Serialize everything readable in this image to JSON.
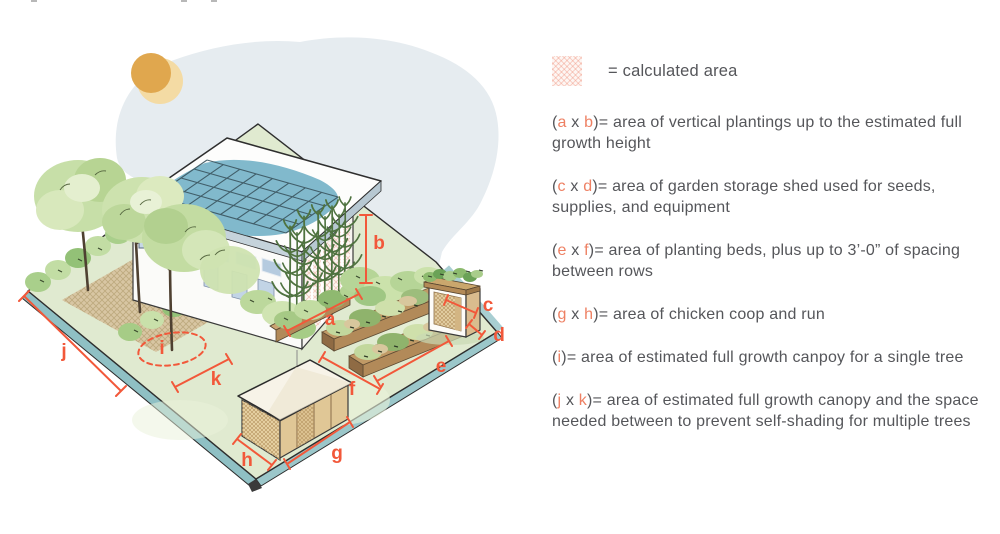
{
  "legend": {
    "swatch_label": "= calculated area",
    "items": [
      {
        "parts": [
          {
            "t": "(",
            "var": false
          },
          {
            "t": "a",
            "var": true
          },
          {
            "t": " x ",
            "var": false
          },
          {
            "t": "b",
            "var": true
          },
          {
            "t": ")= ",
            "var": false
          }
        ],
        "text": "area of vertical plantings up to the estimated full growth height"
      },
      {
        "parts": [
          {
            "t": "(",
            "var": false
          },
          {
            "t": "c",
            "var": true
          },
          {
            "t": " x ",
            "var": false
          },
          {
            "t": "d",
            "var": true
          },
          {
            "t": ")= ",
            "var": false
          }
        ],
        "text": "area of garden storage shed used for seeds, supplies, and equipment"
      },
      {
        "parts": [
          {
            "t": "(",
            "var": false
          },
          {
            "t": "e",
            "var": true
          },
          {
            "t": " x ",
            "var": false
          },
          {
            "t": "f",
            "var": true
          },
          {
            "t": ")= ",
            "var": false
          }
        ],
        "text": "area of planting beds, plus up to 3’-0” of spacing between rows"
      },
      {
        "parts": [
          {
            "t": "(",
            "var": false
          },
          {
            "t": "g",
            "var": true
          },
          {
            "t": " x ",
            "var": false
          },
          {
            "t": "h",
            "var": true
          },
          {
            "t": ")= ",
            "var": false
          }
        ],
        "text": "area of chicken coop and run"
      },
      {
        "parts": [
          {
            "t": "(",
            "var": false
          },
          {
            "t": "i",
            "var": true
          },
          {
            "t": ")= ",
            "var": false
          }
        ],
        "text": "area of estimated full growth canpoy for a single tree"
      },
      {
        "parts": [
          {
            "t": "(",
            "var": false
          },
          {
            "t": "j",
            "var": true
          },
          {
            "t": " x ",
            "var": false
          },
          {
            "t": "k",
            "var": true
          },
          {
            "t": ")= ",
            "var": false
          }
        ],
        "text": "area of estimated full growth canopy and the space needed between to prevent self-shading for multiple trees"
      }
    ],
    "colors": {
      "text": "#55565A",
      "variable_letter": "#EE8063",
      "swatch_hatch": "#EE8063",
      "swatch_bg": "#FDF6F3"
    }
  },
  "diagram": {
    "labels": {
      "a": "a",
      "b": "b",
      "c": "c",
      "d": "d",
      "e": "e",
      "f": "f",
      "g": "g",
      "h": "h",
      "i": "i",
      "j": "j",
      "k": "k"
    },
    "colors": {
      "dimension_line": "#F2583A",
      "sun": "#E0A74E",
      "sun_halo": "#F4DBA4",
      "sky_blob": "#E6ECF0",
      "grass": "#E0EAD0",
      "water_edge": "#8FC0C4",
      "solar_panel": "#7AB5C9",
      "roof": "#FDFDFC",
      "calculated_wall_hatch": "#F0C8BB",
      "tree_soil_patch": "#D8C6A3",
      "planter_wood": "#B28A59",
      "shed_wood": "#D9BC8E",
      "coop_wood": "#E0C796"
    }
  }
}
